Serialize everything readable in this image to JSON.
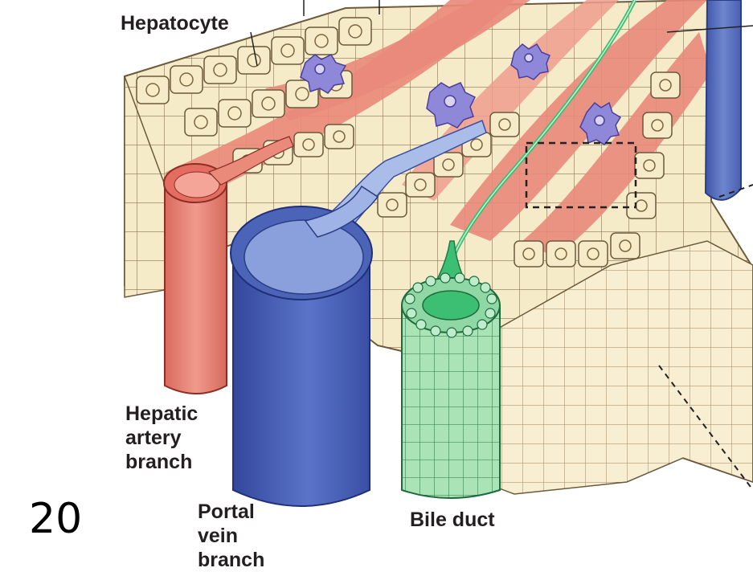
{
  "labels": {
    "hepatocyte": "Hepatocyte",
    "hepatic_artery_branch": [
      "Hepatic",
      "artery",
      "branch"
    ],
    "portal_vein_branch": [
      "Portal",
      "vein",
      "branch"
    ],
    "bile_duct": "Bile duct"
  },
  "page_number": "20",
  "colors": {
    "hepatocyte_fill": "#f6ebc9",
    "cell_outline": "#6b5a3c",
    "sinusoid": "#e98a7b",
    "hepatic_artery": "#e9786a",
    "portal_vein": "#4a63b4",
    "central_vein": "#5a74c0",
    "bile_duct": "#8fd7a4",
    "bile_canaliculus": "#3cbf73",
    "kupffer_cell": "#8f88d8"
  }
}
